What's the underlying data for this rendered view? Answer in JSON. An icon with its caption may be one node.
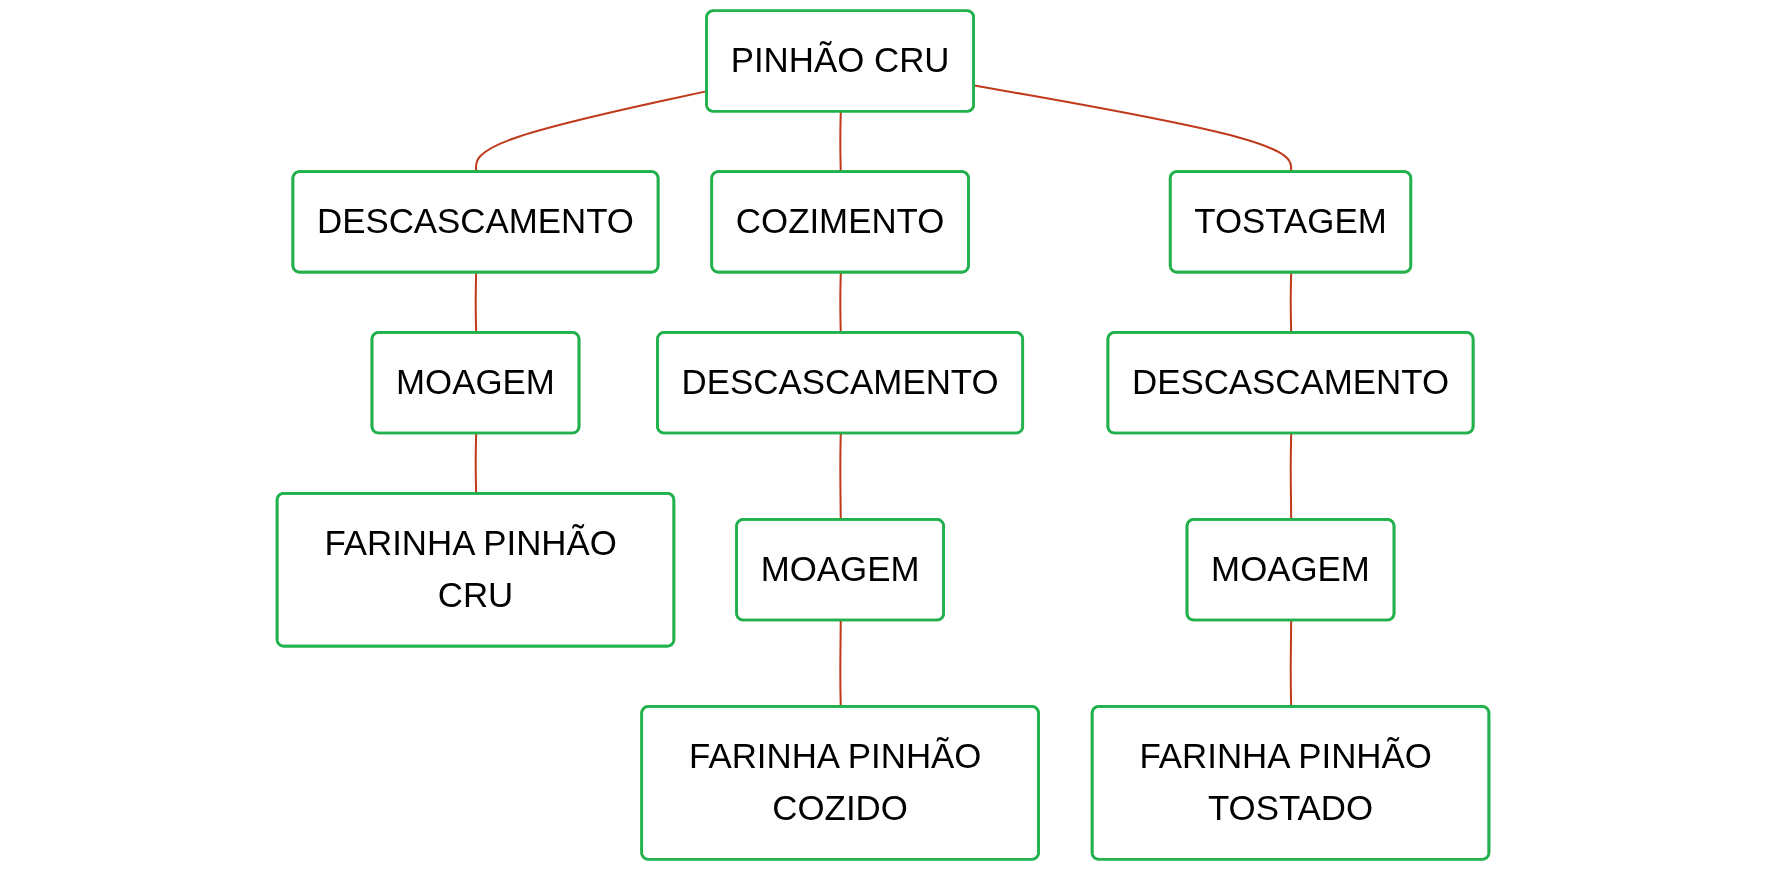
{
  "diagram": {
    "nodes": [
      {
        "text": [
          "PINHÃO CRU"
        ]
      },
      {
        "text": [
          "DESCASCAMENTO"
        ]
      },
      {
        "text": [
          "COZIMENTO"
        ]
      },
      {
        "text": [
          "TOSTAGEM"
        ]
      },
      {
        "text": [
          "MOAGEM"
        ]
      },
      {
        "text": [
          "FARINHA PINHÃO CRU"
        ]
      },
      {
        "text": [
          "DESCASCAMENTO"
        ]
      },
      {
        "text": [
          "MOAGEM"
        ]
      },
      {
        "text": [
          "FARINHA PINHÃO COZIDO"
        ]
      },
      {
        "text": [
          "DESCASCAMENTO"
        ]
      },
      {
        "text": [
          "MOAGEM"
        ]
      },
      {
        "text": [
          "FARINHA PINHÃO TOSTADO"
        ]
      }
    ],
    "edges": [
      {
        "from": 0,
        "to": 1,
        "arrow": "none"
      },
      {
        "from": 0,
        "to": 2,
        "arrow": "none"
      },
      {
        "from": 0,
        "to": 3,
        "arrow": "none"
      },
      {
        "from": 1,
        "to": 4,
        "arrow": "none"
      },
      {
        "from": 4,
        "to": 5,
        "arrow": "none"
      },
      {
        "from": 2,
        "to": 6,
        "arrow": "none"
      },
      {
        "from": 6,
        "to": 7,
        "arrow": "none"
      },
      {
        "from": 7,
        "to": 8,
        "arrow": "none"
      },
      {
        "from": 3,
        "to": 9,
        "arrow": "none"
      },
      {
        "from": 9,
        "to": 10,
        "arrow": "none"
      },
      {
        "from": 10,
        "to": 11,
        "arrow": "none"
      }
    ]
  }
}
